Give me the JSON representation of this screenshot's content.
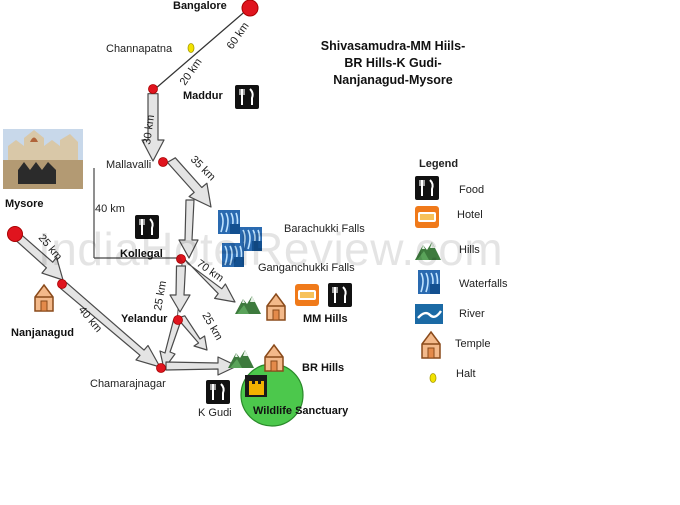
{
  "title": "Shivasamudra-MM Hiils-BR Hills-K Gudi-Nanjanagud-Mysore",
  "watermark": "IndiaHotelReview.com",
  "places": {
    "bangalore": "Bangalore",
    "channapatna": "Channapatna",
    "maddur": "Maddur",
    "mallavalli": "Mallavalli",
    "kollegal": "Kollegal",
    "barachukki": "Barachukki Falls",
    "ganganchukki": "Ganganchukki Falls",
    "mm_hills": "MM Hills",
    "yelandur": "Yelandur",
    "br_hills": "BR Hills",
    "chamarajnagar": "Chamarajnagar",
    "k_gudi": "K Gudi",
    "wildlife": "Wildlife Sanctuary",
    "mysore": "Mysore",
    "nanjanagud": "Nanjanagud"
  },
  "distances": {
    "bangalore_channapatna": "60 km",
    "channapatna_maddur": "20 km",
    "maddur_mallavalli": "30 km",
    "mallavalli_falls": "35 km",
    "mallavalli_kollegal": "40 km",
    "kollegal_mm": "70 km",
    "kollegal_yelandur": "25 km",
    "yelandur_br": "25 km",
    "mysore_nanjanagud": "25 km",
    "nanjanagud_chamarajnagar": "40 km"
  },
  "legend": {
    "heading": "Legend",
    "items": [
      "Food",
      "Hotel",
      "Hills",
      "Waterfalls",
      "River",
      "Temple",
      "Halt"
    ]
  },
  "colors": {
    "town_dot": "#e0141e",
    "halt": "#f2e200",
    "arrow_fill": "#e4e4e4",
    "sanctuary": "#4cc84c"
  },
  "icons": [
    "food-icon",
    "hotel-icon",
    "hills-icon",
    "waterfall-icon",
    "river-icon",
    "temple-icon",
    "halt-icon",
    "mysore-palace-photo"
  ]
}
